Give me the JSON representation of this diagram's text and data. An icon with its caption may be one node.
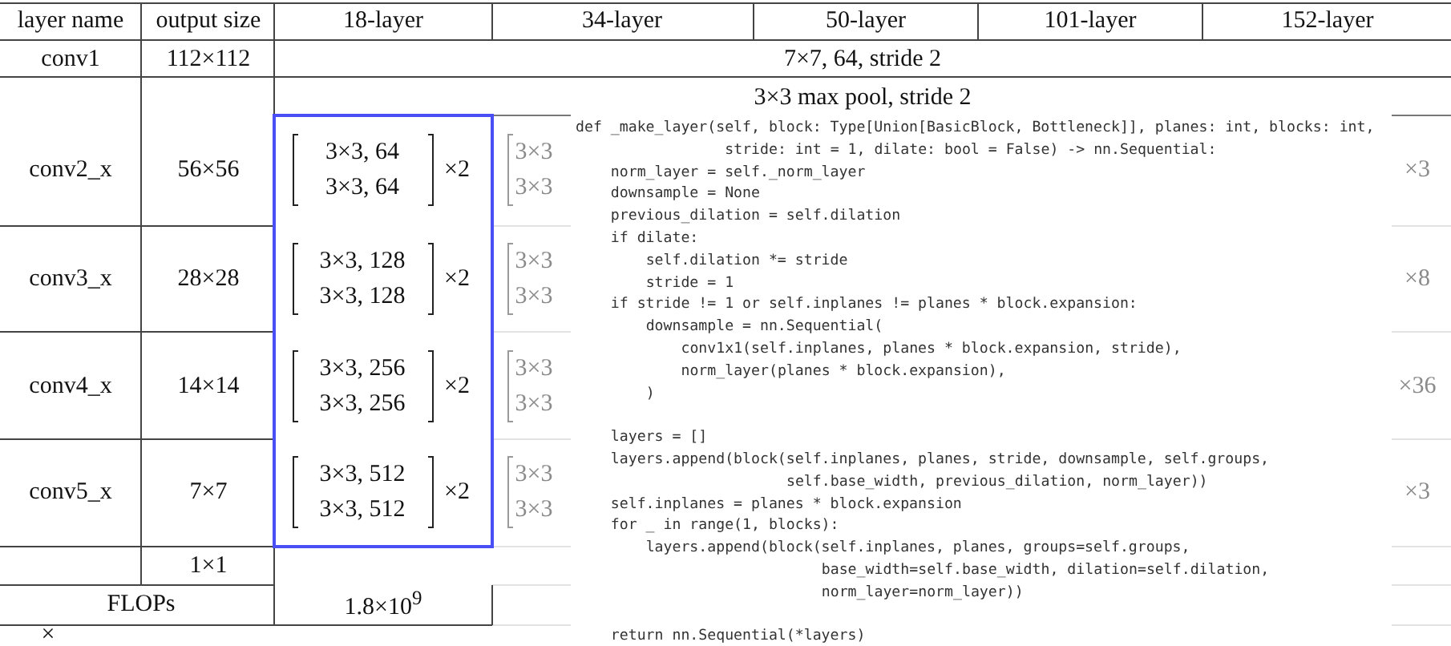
{
  "diagram": {
    "labels": [
      "layer name",
      "output size",
      "18-layer",
      "34-layer",
      "50-layer",
      "101-layer",
      "152-layer",
      "conv1",
      "112×112",
      "7×7, 64, stride 2",
      "3×3 max pool, stride 2",
      "conv2_x",
      "56×56",
      "3×3, 64",
      "3×3, 64",
      "×2",
      "3×3",
      "3×3",
      "×3",
      "conv3_x",
      "28×28",
      "3×3, 128",
      "3×3, 128",
      "×2",
      "3×3",
      "3×3",
      "×8",
      "conv4_x",
      "14×14",
      "3×3, 256",
      "3×3, 256",
      "×2",
      "3×3",
      "3×3",
      "×36",
      "conv5_x",
      "7×7",
      "3×3, 512",
      "3×3, 512",
      "×2",
      "3×3",
      "3×3",
      "×3",
      "1×1",
      "FLOPs",
      "1.8×10$^{9}$",
      "×",
      "def _make_layer(self, block: Type[Union[BasicBlock, Bottleneck]], planes: int, blocks: int,",
      "stride: int = 1, dilate: bool = False) -> nn.Sequential:",
      "norm_layer = self._norm_layer",
      "downsample = None",
      "previous_dilation = self.dilation",
      "if dilate:",
      "self.dilation *= stride",
      "stride = 1",
      "if stride != 1 or self.inplanes != planes * block.expansion:",
      "downsample = nn.Sequential(",
      "conv1x1(self.inplanes, planes * block.expansion, stride),",
      "norm_layer(planes * block.expansion),",
      ")",
      "layers = []",
      "layers.append(block(self.inplanes, planes, stride, downsample, self.groups,",
      "self.base_width, previous_dilation, norm_layer))",
      "self.inplanes = planes * block.expansion",
      "for _ in range(1, blocks):",
      "layers.append(block(self.inplanes, planes, groups=self.groups,",
      "base_width=self.base_width, dilation=self.dilation,",
      "norm_layer=norm_layer))",
      "return nn.Sequential(*layers)"
    ]
  }
}
